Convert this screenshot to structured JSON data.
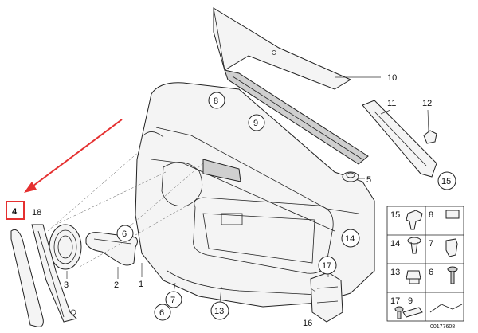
{
  "diagram": {
    "callouts": {
      "c1": "1",
      "c2": "2",
      "c3": "3",
      "c4": "4",
      "c5": "5",
      "c6a": "6",
      "c6b": "6",
      "c7": "7",
      "c8": "8",
      "c9": "9",
      "c10": "10",
      "c11": "11",
      "c12": "12",
      "c13": "13",
      "c14": "14",
      "c15": "15",
      "c16": "16",
      "c17": "17",
      "c18": "18"
    },
    "legend": {
      "l15": "15",
      "l8": "8",
      "l14": "14",
      "l7": "7",
      "l13": "13",
      "l6": "6",
      "l17": "17",
      "l9": "9"
    },
    "drawing_number": "00177608",
    "highlight_color": "#e53030",
    "arrow_color": "#e53030"
  }
}
